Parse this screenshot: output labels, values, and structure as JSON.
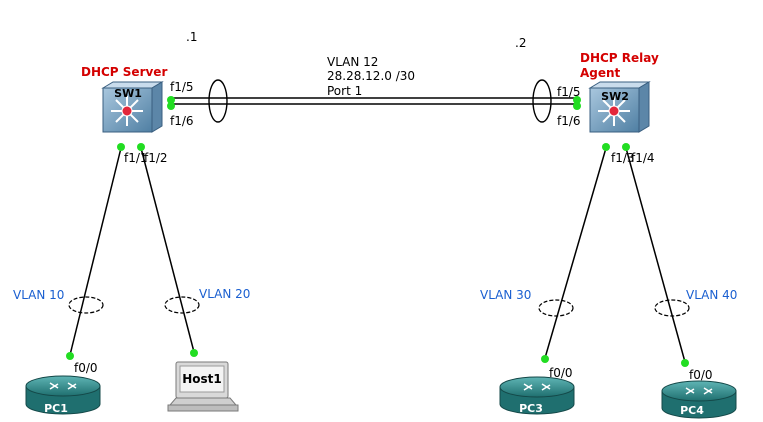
{
  "colors": {
    "role_label": "#d40000",
    "vlan_label": "#1a5fd0",
    "port_dot": "#22dd22",
    "router_body": "#2e8b8b",
    "switch_body": "#6f9ab8"
  },
  "icons": {
    "switch": "multilayer-switch-icon",
    "router": "router-icon",
    "host": "workstation-icon"
  },
  "trunk": {
    "vlan": "VLAN 12",
    "subnet": "28.28.12.0 /30",
    "port": "Port 1",
    "left_ip": ".1",
    "right_ip": ".2"
  },
  "sw1": {
    "name": "SW1",
    "role": "DHCP Server",
    "port_a": "f1/5",
    "port_b": "f1/6",
    "port_c": "f1/1",
    "port_d": "f1/2"
  },
  "sw2": {
    "name": "SW2",
    "role_line1": "DHCP Relay",
    "role_line2": "Agent",
    "port_a": "f1/5",
    "port_b": "f1/6",
    "port_c": "f1/3",
    "port_d": "f1/4"
  },
  "pc1": {
    "name": "PC1",
    "port": "f0/0",
    "vlan": "VLAN 10"
  },
  "host1": {
    "name": "Host1",
    "vlan": "VLAN 20"
  },
  "pc3": {
    "name": "PC3",
    "port": "f0/0",
    "vlan": "VLAN 30"
  },
  "pc4": {
    "name": "PC4",
    "port": "f0/0",
    "vlan": "VLAN 40"
  }
}
